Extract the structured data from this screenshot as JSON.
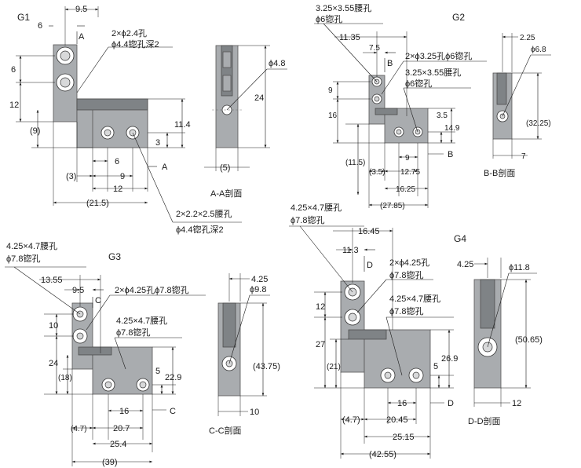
{
  "g1": {
    "title": "G1",
    "front": {
      "d_9_5": "9.5",
      "d_6_top": "6",
      "d_A_top": "A",
      "d_6_left": "6",
      "d_12_left": "12",
      "d_9_paren": "(9)",
      "d_3": "3",
      "d_A_bot": "A",
      "d_11_4": "11.4",
      "d_6_bot": "6",
      "d_3_paren": "(3)",
      "d_9_bot": "9",
      "d_12_bot": "12",
      "d_21_5": "(21.5)",
      "note_hole": "2×ϕ2.4孔",
      "note_csk": "ϕ4.4锪孔深2",
      "note_slot": "2×2.2×2.5腰孔",
      "note_slot_csk": "ϕ4.4锪孔深2"
    },
    "section": {
      "d_phi4_8": "ϕ4.8",
      "d_24": "24",
      "d_5": "(5)",
      "caption": "A-A剖面"
    }
  },
  "g2": {
    "title": "G2",
    "front": {
      "note_slot_top": "3.25×3.55腰孔",
      "note_csk_top": "ϕ6锪孔",
      "d_11_35": "11.35",
      "d_7_5": "7.5",
      "d_B_top": "B",
      "note_hole": "2×ϕ3.25孔ϕ6锪孔",
      "note_slot_mid": "3.25×3.55腰孔",
      "note_csk_mid": "ϕ6锪孔",
      "d_9": "9",
      "d_16": "16",
      "d_3_5": "3.5",
      "d_14_9": "14.9",
      "d_11_5": "(11.5)",
      "d_9_bot": "9",
      "d_B_bot": "B",
      "d_3_5p": "(3.5)",
      "d_12_75": "12.75",
      "d_16_25": "16.25",
      "d_27_85": "(27.85)"
    },
    "section": {
      "d_2_25": "2.25",
      "d_phi6_8": "ϕ6.8",
      "d_32_25": "(32.25)",
      "d_7": "7",
      "caption": "B-B剖面"
    }
  },
  "g3": {
    "title": "G3",
    "front": {
      "note_slot_top": "4.25×4.7腰孔",
      "note_csk_top": "ϕ7.8锪孔",
      "d_13_55": "13.55",
      "d_9_5": "9.5",
      "d_C_top": "C",
      "note_hole": "2×ϕ4.25孔ϕ7.8锪孔",
      "note_slot_mid": "4.25×4.7腰孔",
      "note_csk_mid": "ϕ7.8锪孔",
      "d_10": "10",
      "d_24": "24",
      "d_18": "(18)",
      "d_5": "5",
      "d_22_9": "22.9",
      "d_16": "16",
      "d_C_bot": "C",
      "d_4_7": "(4.7)",
      "d_20_7": "20.7",
      "d_25_4": "25.4",
      "d_39": "(39)"
    },
    "section": {
      "d_4_25": "4.25",
      "d_phi9_8": "ϕ9.8",
      "d_43_75": "(43.75)",
      "d_10": "10",
      "caption": "C-C剖面"
    }
  },
  "g4": {
    "title": "G4",
    "front": {
      "note_slot_top": "4.25×4.7腰孔",
      "note_csk_top": "ϕ7.8锪孔",
      "d_16_45": "16.45",
      "d_11_3": "11.3",
      "d_D_top": "D",
      "note_hole": "2×ϕ4.25孔",
      "note_hole_csk": "ϕ7.8锪孔",
      "note_slot_mid": "4.25×4.7腰孔",
      "note_csk_mid": "ϕ7.8锪孔",
      "d_12": "12",
      "d_27": "27",
      "d_21": "(21)",
      "d_5": "5",
      "d_26_9": "26.9",
      "d_16": "16",
      "d_D_bot": "D",
      "d_4_7": "(4.7)",
      "d_20_45": "20.45",
      "d_25_15": "25.15",
      "d_42_55": "(42.55)"
    },
    "section": {
      "d_4_25": "4.25",
      "d_phi11_8": "ϕ11.8",
      "d_50_65": "(50.65)",
      "d_12": "12",
      "caption": "D-D剖面"
    }
  }
}
